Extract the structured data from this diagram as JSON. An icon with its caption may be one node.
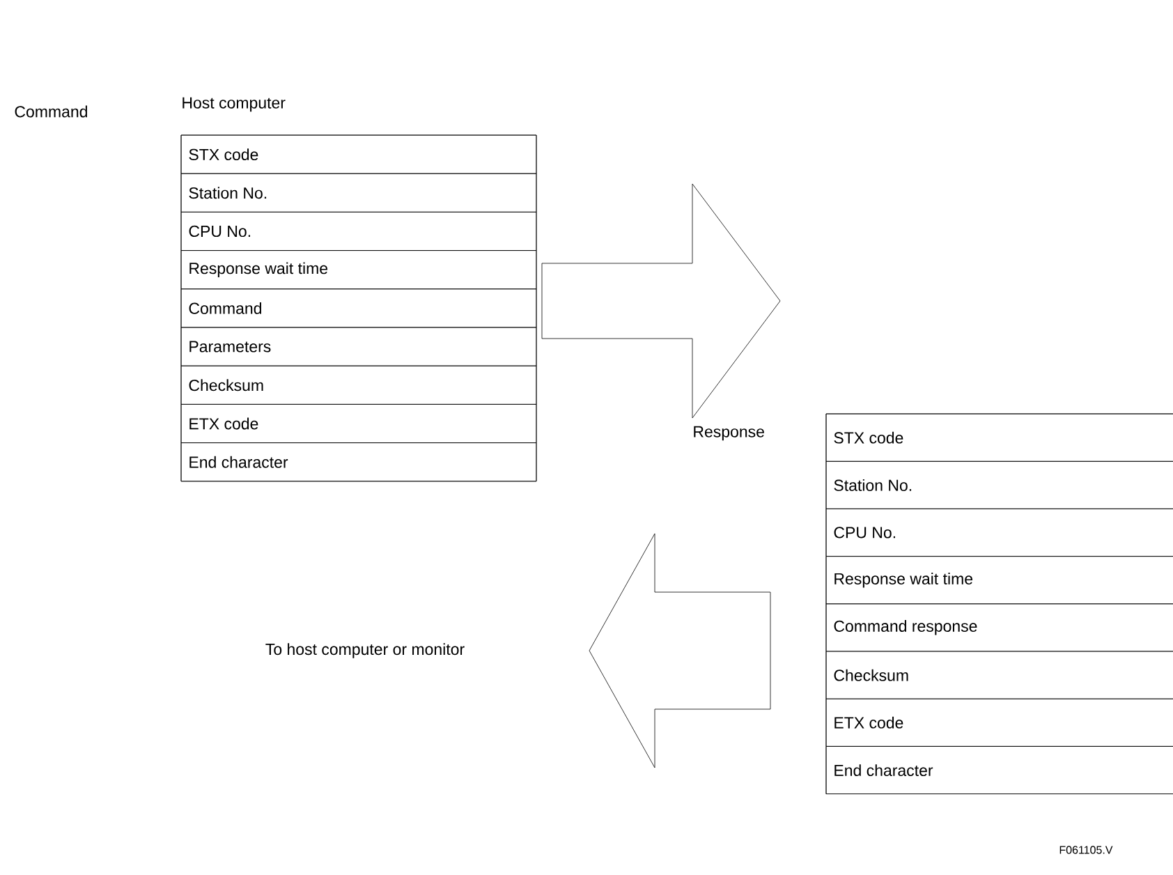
{
  "diagram": {
    "nodes": [
      {
        "text": [
          "Host computer"
        ]
      },
      {
        "text": [
          "STX code"
        ],
        "in": 0
      },
      {
        "text": [
          "Station No."
        ],
        "in": 0
      },
      {
        "text": [
          "CPU No."
        ],
        "in": 0
      },
      {
        "text": [
          "Response wait time"
        ],
        "in": 0
      },
      {
        "text": [
          "Command"
        ],
        "in": 0
      },
      {
        "text": [
          "Parameters"
        ],
        "in": 0
      },
      {
        "text": [
          "Checksum"
        ],
        "in": 0
      },
      {
        "text": [
          "ETX code"
        ],
        "in": 0
      },
      {
        "text": [
          "End character"
        ],
        "in": 0
      },
      {
        "text": [],
        "shape": "box"
      },
      {
        "text": [
          "STX code"
        ],
        "in": 10
      },
      {
        "text": [
          "Station No."
        ],
        "in": 10
      },
      {
        "text": [
          "CPU No."
        ],
        "in": 10
      },
      {
        "text": [
          "Response wait time"
        ],
        "in": 10
      },
      {
        "text": [
          "Command response"
        ],
        "in": 10
      },
      {
        "text": [
          "Checksum"
        ],
        "in": 10
      },
      {
        "text": [
          "ETX code"
        ],
        "in": 10
      },
      {
        "text": [
          "End character"
        ],
        "in": 10
      },
      {
        "text": [
          "To host computer or monitor"
        ]
      }
    ],
    "edges": [
      {
        "from": 0,
        "to": null,
        "arrow": "to"
      },
      {
        "from": 10,
        "to": 19,
        "arrow": "to"
      }
    ],
    "labels": [
      "Command",
      "Response",
      "F061105.V"
    ]
  }
}
